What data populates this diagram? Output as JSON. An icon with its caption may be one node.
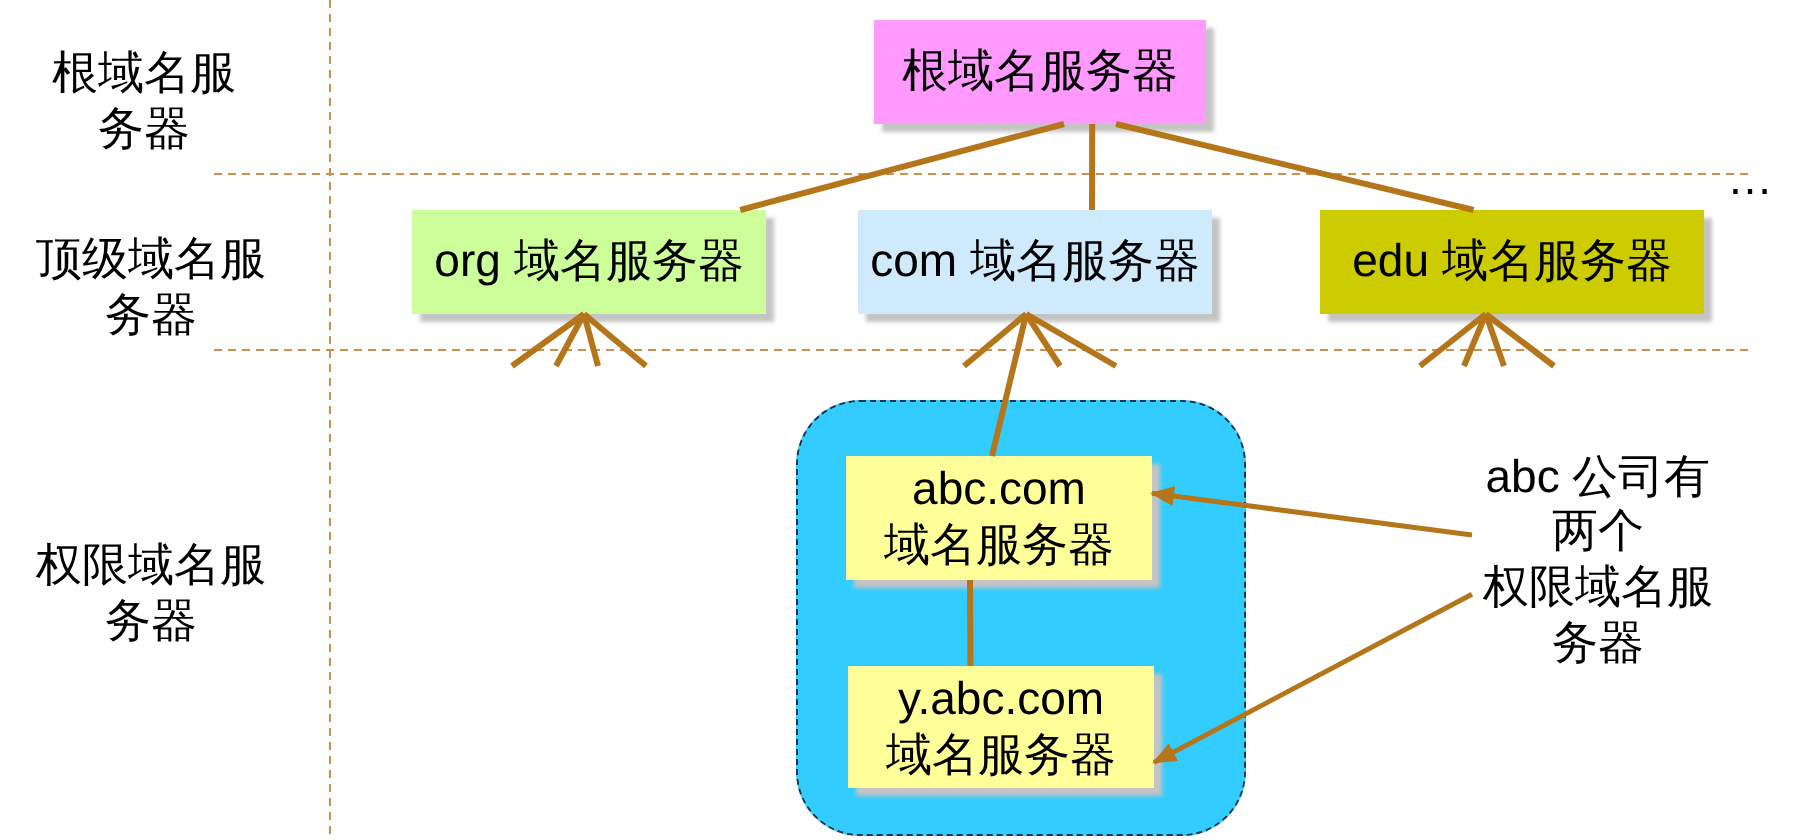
{
  "diagram": {
    "nodes": [
      {
        "text": [
          "根域名服务器"
        ]
      },
      {
        "text": [
          "org 域名服务器"
        ]
      },
      {
        "text": [
          "com 域名服务器"
        ]
      },
      {
        "text": [
          "edu 域名服务器"
        ]
      },
      {
        "text": [],
        "shape": "box"
      },
      {
        "text": [
          "abc.com 域名服务器"
        ],
        "in": 4
      },
      {
        "text": [
          "y.abc.com 域名服务器"
        ],
        "in": 4
      },
      {
        "text": [
          "abc 公司有两个",
          "权限域名服务器"
        ]
      }
    ],
    "edges": [
      {
        "from": 0,
        "to": 1,
        "arrow": "none"
      },
      {
        "from": 0,
        "to": 2,
        "arrow": "none"
      },
      {
        "from": 0,
        "to": 3,
        "arrow": "none"
      },
      {
        "from": 2,
        "to": 5,
        "arrow": "none"
      },
      {
        "from": 5,
        "to": 6,
        "arrow": "none"
      },
      {
        "from": 7,
        "to": 5,
        "arrow": "to"
      },
      {
        "from": 7,
        "to": 6,
        "arrow": "to"
      },
      {
        "from": 1,
        "to": null,
        "arrow": "none"
      },
      {
        "from": 1,
        "to": null,
        "arrow": "none"
      },
      {
        "from": 1,
        "to": null,
        "arrow": "none"
      },
      {
        "from": 1,
        "to": null,
        "arrow": "none"
      },
      {
        "from": 2,
        "to": null,
        "arrow": "none"
      },
      {
        "from": 2,
        "to": null,
        "arrow": "none"
      },
      {
        "from": 2,
        "to": null,
        "arrow": "none"
      },
      {
        "from": 3,
        "to": null,
        "arrow": "none"
      },
      {
        "from": 3,
        "to": null,
        "arrow": "none"
      },
      {
        "from": 3,
        "to": null,
        "arrow": "none"
      },
      {
        "from": 3,
        "to": null,
        "arrow": "none"
      }
    ],
    "labels": [
      "根域名服务器",
      "…",
      "顶级域名服务器",
      "权限域名服务器"
    ]
  }
}
